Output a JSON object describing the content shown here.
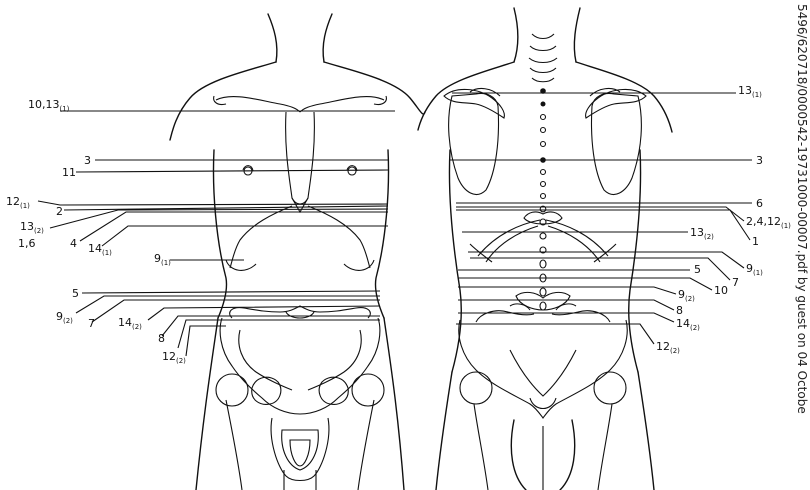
{
  "watermark": "5496/620718/0000542-19731000-00007.pdf by guest on 04 Octobe",
  "front": {
    "labels": [
      {
        "main": "10,13",
        "sub": "(1)"
      },
      {
        "main": "3",
        "sub": ""
      },
      {
        "main": "11",
        "sub": ""
      },
      {
        "main": "12",
        "sub": "(1)"
      },
      {
        "main": "2",
        "sub": ""
      },
      {
        "main": "13",
        "sub": "(2)"
      },
      {
        "main": "1,6",
        "sub": ""
      },
      {
        "main": "4",
        "sub": ""
      },
      {
        "main": "14",
        "sub": "(1)"
      },
      {
        "main": "9",
        "sub": "(1)"
      },
      {
        "main": "5",
        "sub": ""
      },
      {
        "main": "9",
        "sub": "(2)"
      },
      {
        "main": "7",
        "sub": ""
      },
      {
        "main": "14",
        "sub": "(2)"
      },
      {
        "main": "8",
        "sub": ""
      },
      {
        "main": "12",
        "sub": "(2)"
      }
    ]
  },
  "back": {
    "labels": [
      {
        "main": "13",
        "sub": "(1)"
      },
      {
        "main": "3",
        "sub": ""
      },
      {
        "main": "6",
        "sub": ""
      },
      {
        "main": "2,4,12",
        "sub": "(1)"
      },
      {
        "main": "1",
        "sub": ""
      },
      {
        "main": "13",
        "sub": "(2)"
      },
      {
        "main": "9",
        "sub": "(1)"
      },
      {
        "main": "7",
        "sub": ""
      },
      {
        "main": "5",
        "sub": ""
      },
      {
        "main": "10",
        "sub": ""
      },
      {
        "main": "9",
        "sub": "(2)"
      },
      {
        "main": "8",
        "sub": ""
      },
      {
        "main": "14",
        "sub": "(2)"
      },
      {
        "main": "12",
        "sub": "(2)"
      }
    ]
  }
}
